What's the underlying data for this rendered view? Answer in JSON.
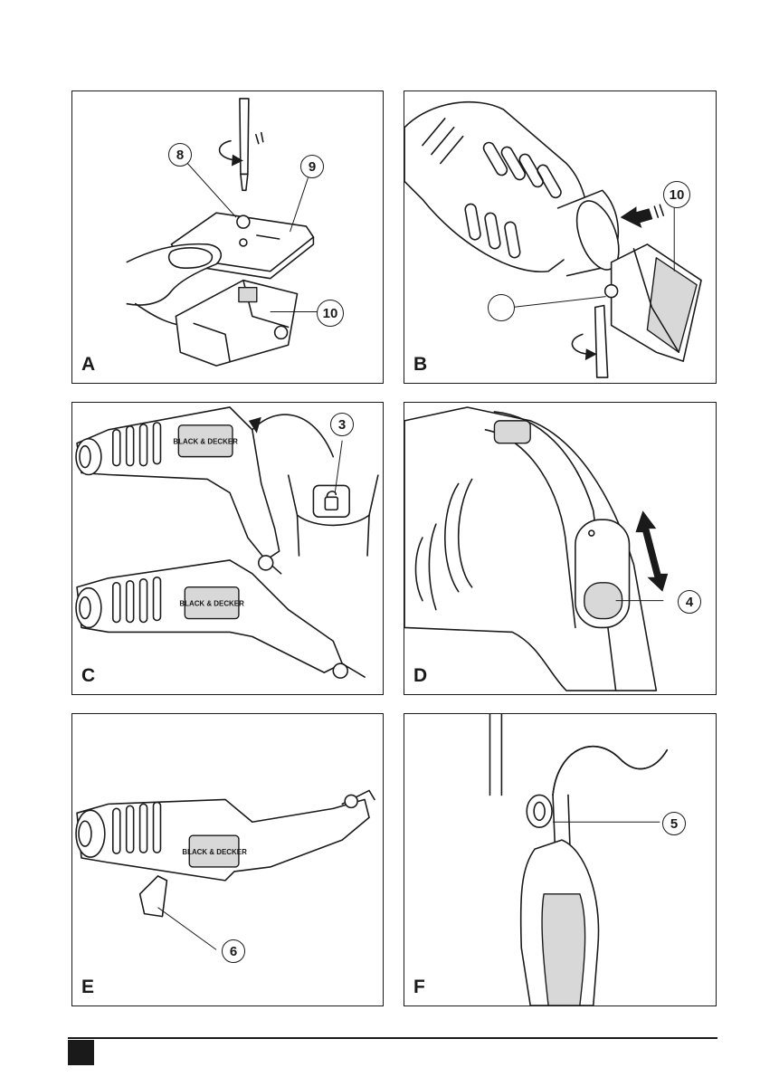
{
  "panels": [
    {
      "letter": "A",
      "callouts": [
        "8",
        "9",
        "10"
      ]
    },
    {
      "letter": "B",
      "callouts": [
        "10",
        ""
      ]
    },
    {
      "letter": "C",
      "callouts": [
        "3"
      ],
      "brand": "BLACK & DECKER"
    },
    {
      "letter": "D",
      "callouts": [
        "4"
      ]
    },
    {
      "letter": "E",
      "callouts": [
        "6"
      ],
      "brand": "BLACK & DECKER"
    },
    {
      "letter": "F",
      "callouts": [
        "5"
      ]
    }
  ],
  "icons": [
    "screwdriver-icon",
    "rotate-arrow-icon",
    "push-arrow-icon",
    "padlock-icon",
    "slide-arrow-icon"
  ]
}
